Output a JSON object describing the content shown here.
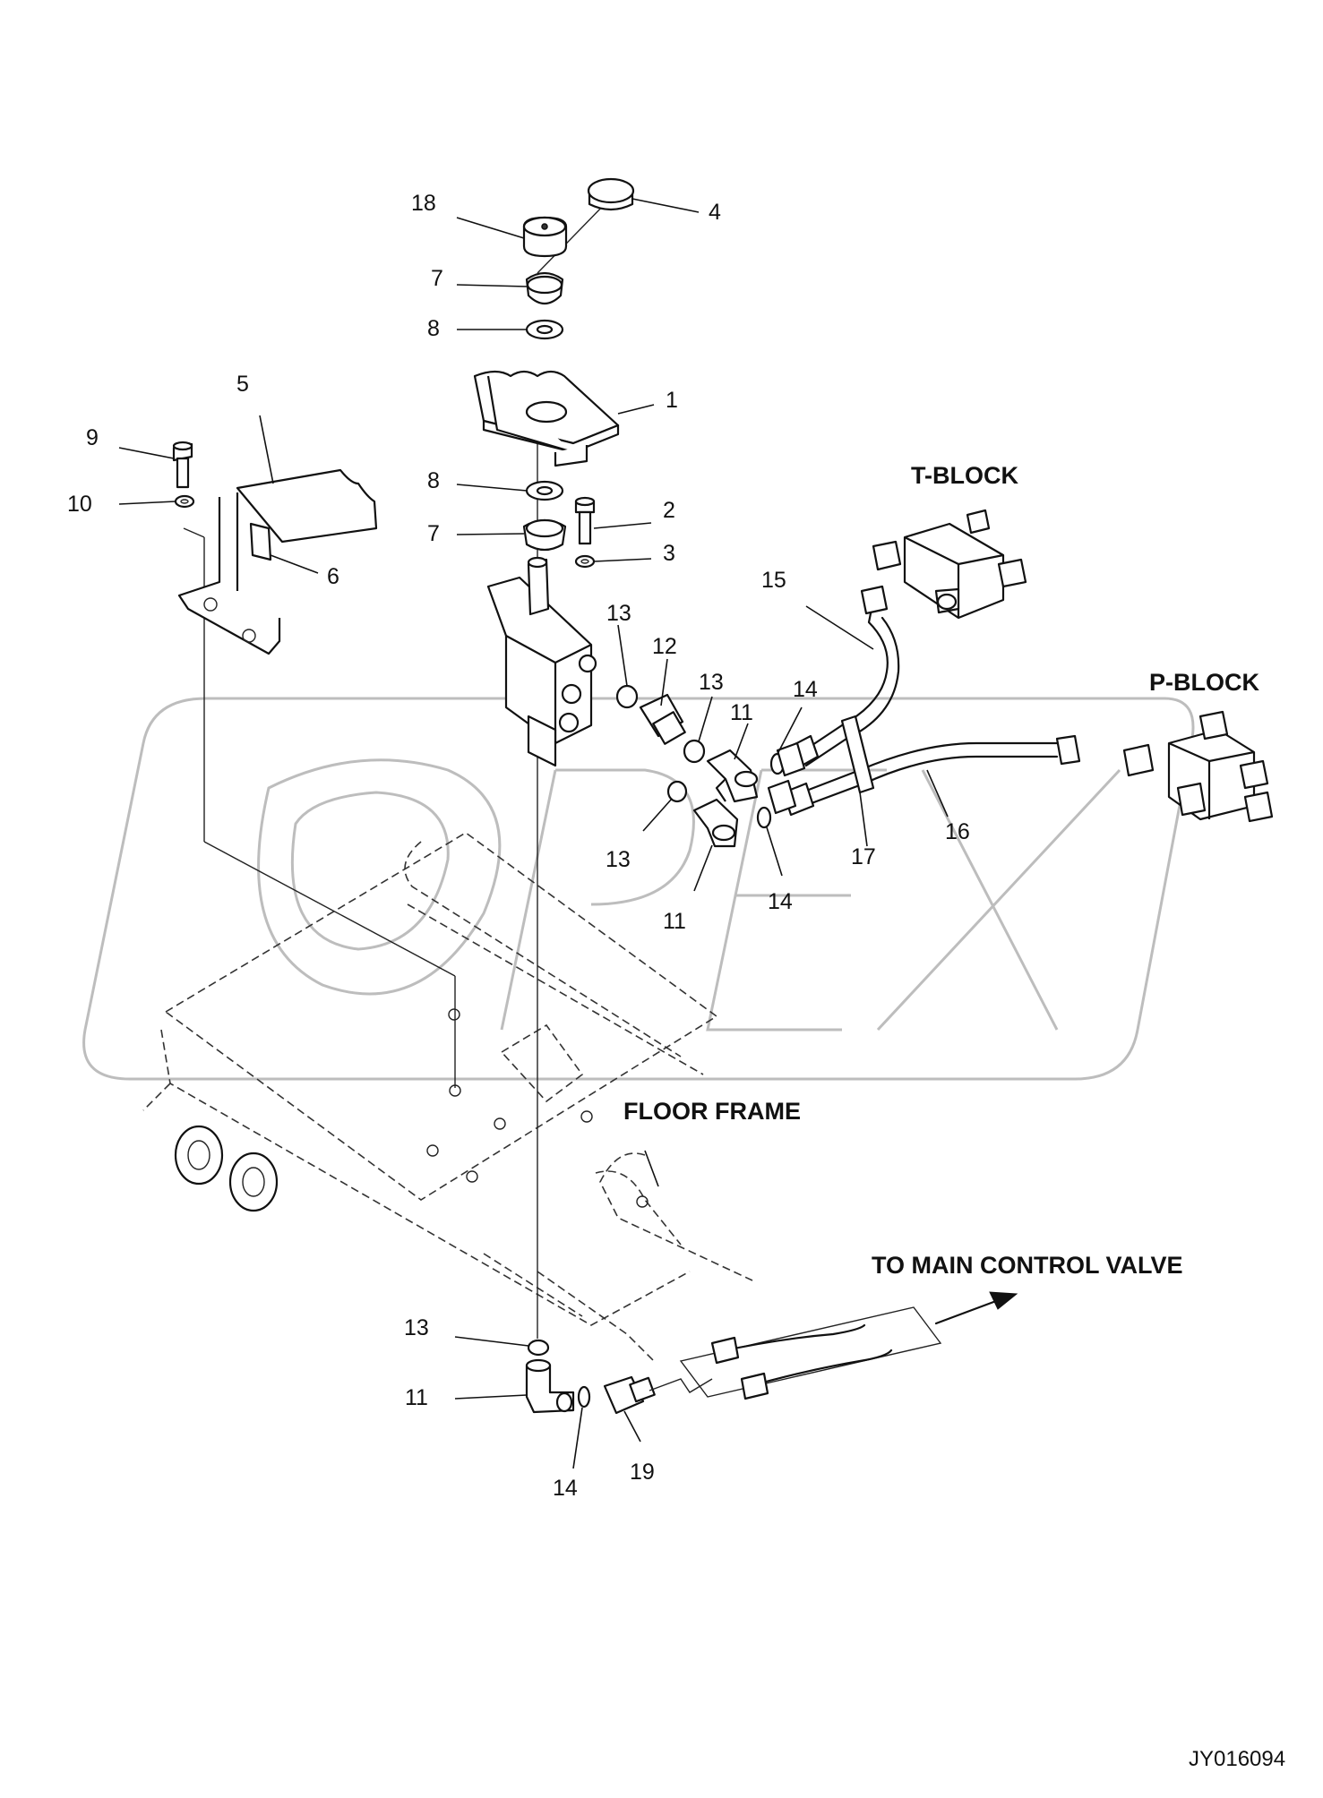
{
  "drawing_id": "JY016094",
  "blocks": {
    "t_block": "T-BLOCK",
    "p_block": "P-BLOCK",
    "floor_frame": "FLOOR FRAME",
    "main_valve": "TO MAIN CONTROL VALVE"
  },
  "watermark": "OPEX",
  "callouts": {
    "c18": "18",
    "c4": "4",
    "c7a": "7",
    "c8a": "8",
    "c1": "1",
    "c5": "5",
    "c9": "9",
    "c10": "10",
    "c6": "6",
    "c8b": "8",
    "c7b": "7",
    "c2": "2",
    "c3": "3",
    "c15": "15",
    "c13a": "13",
    "c12": "12",
    "c13b": "13",
    "c11a": "11",
    "c14a": "14",
    "c13c": "13",
    "c11b": "11",
    "c14b": "14",
    "c17": "17",
    "c16": "16",
    "c13d": "13",
    "c11c": "11",
    "c14c": "14",
    "c19": "19"
  }
}
